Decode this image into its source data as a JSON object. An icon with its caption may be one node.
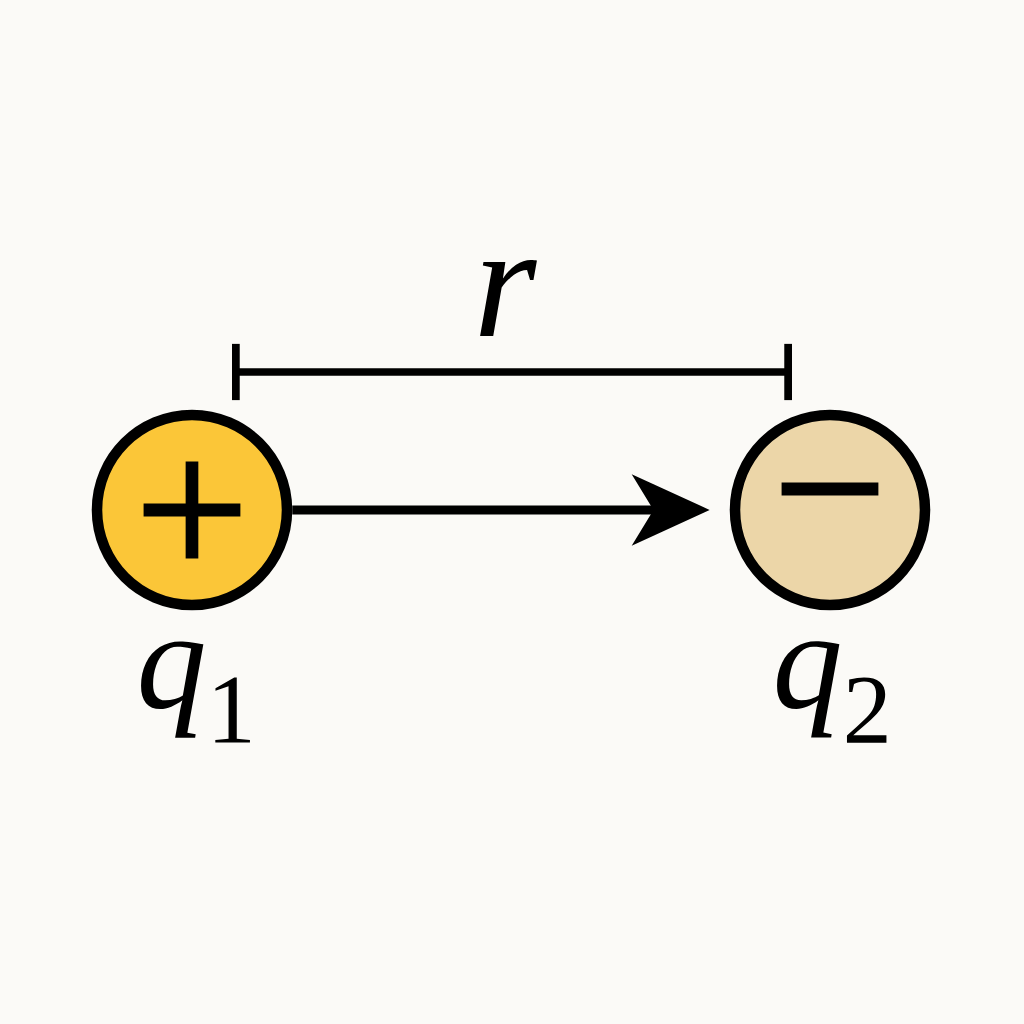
{
  "diagram": {
    "nodes": [
      {
        "text": [
          "+"
        ],
        "beside": [
          "*q*$_{1}$"
        ]
      },
      {
        "text": [
          "−"
        ],
        "beside": [
          "*q*$_{2}$"
        ]
      }
    ],
    "edges": [
      {
        "from": 0,
        "to": 1,
        "arrow": "to"
      }
    ],
    "labels": [
      "r"
    ]
  }
}
